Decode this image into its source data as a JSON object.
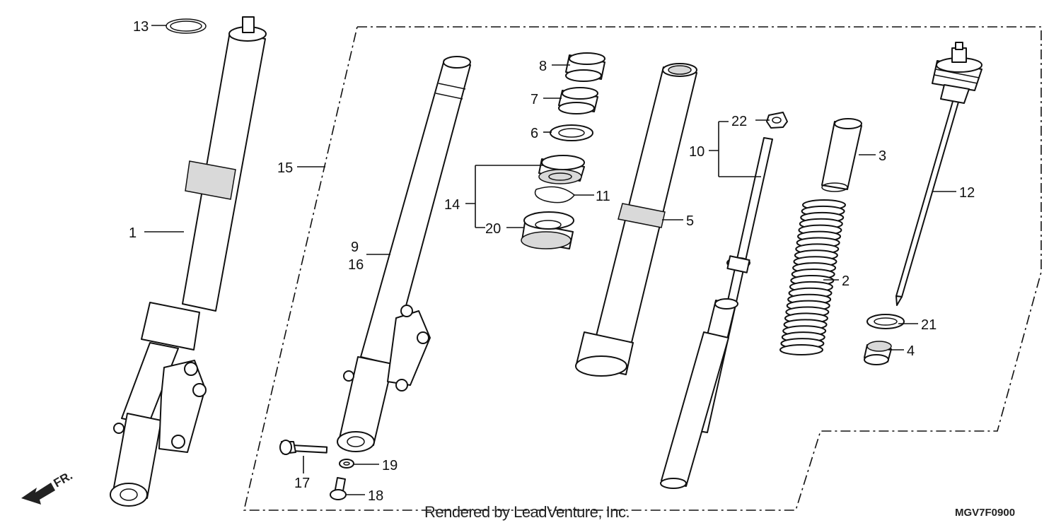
{
  "callouts": {
    "c1": "1",
    "c2": "2",
    "c3": "3",
    "c4": "4",
    "c5": "5",
    "c6": "6",
    "c7": "7",
    "c8": "8",
    "c9": "9",
    "c10": "10",
    "c11": "11",
    "c12": "12",
    "c13": "13",
    "c14": "14",
    "c15": "15",
    "c16": "16",
    "c17": "17",
    "c18": "18",
    "c19": "19",
    "c20": "20",
    "c21": "21",
    "c22": "22"
  },
  "direction_label": "FR.",
  "footer": {
    "rendered_by": "Rendered by LeadVenture, Inc.",
    "diagram_code": "MGV7F0900"
  }
}
